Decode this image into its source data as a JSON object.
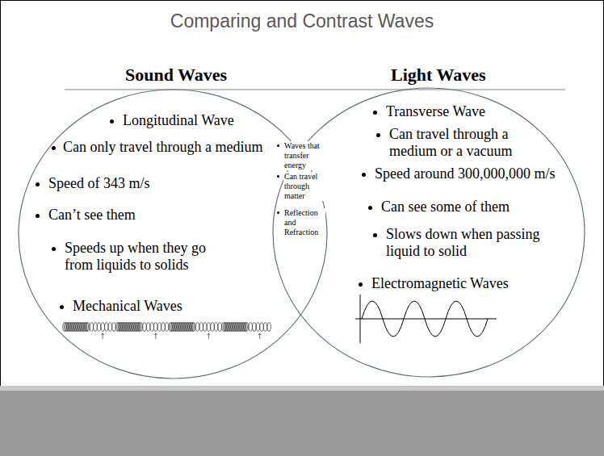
{
  "diagram": {
    "title": "Comparing and Contrast Waves",
    "nodes": [
      {
        "text": [
          "Sound Waves",
          "Longitudinal Wave",
          "Can only travel through a medium",
          "Speed of 343 m/s",
          "Can’t see them",
          "Speeds up when they go from liquids to solids",
          "Mechanical Waves"
        ]
      },
      {
        "text": [
          "Light Waves",
          "Transverse Wave",
          "Can travel through a medium or a vacuum",
          "Speed around 300,000,000 m/s",
          "Can see some of them",
          "Slows down when passing liquid to solid",
          "Electromagnetic Waves"
        ]
      }
    ],
    "labels": [
      "Waves that transfer energy",
      "Can travel through matter",
      "Reflection and Refraction"
    ]
  }
}
